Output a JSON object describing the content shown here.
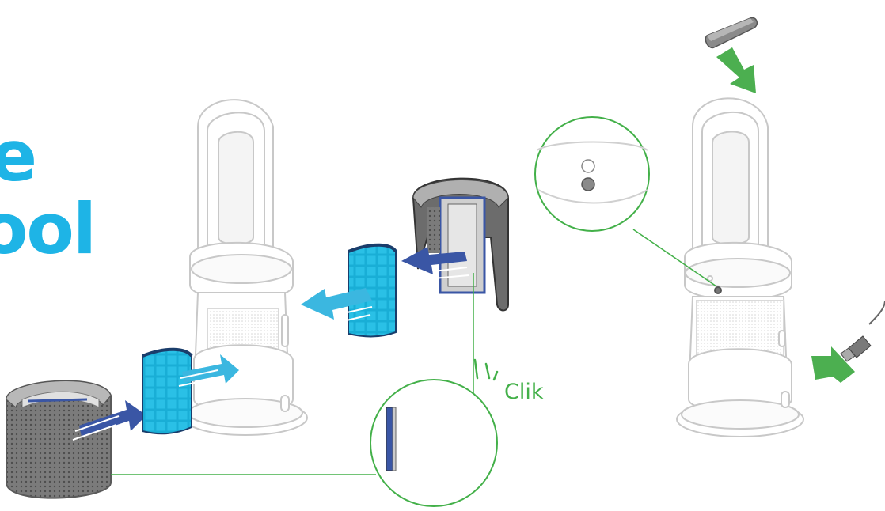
{
  "headline": {
    "line1": "e",
    "line2": "ool"
  },
  "callouts": {
    "click_label": "Clik"
  },
  "colors": {
    "title_blue": "#1eb4e6",
    "arrow_light_blue": "#3bb7e0",
    "arrow_dark_blue": "#3a56a5",
    "arrow_green": "#4caf50",
    "filter_cyan": "#1ab0d4",
    "filter_mesh_grey": "#8a8a8a",
    "callout_line_green": "#43b049",
    "device_outline": "#c8c8c8"
  },
  "icons": [
    "purifier-device-icon",
    "filter-shroud-icon",
    "carbon-filter-icon",
    "hepa-filter-icon",
    "remote-control-icon",
    "power-plug-icon"
  ]
}
